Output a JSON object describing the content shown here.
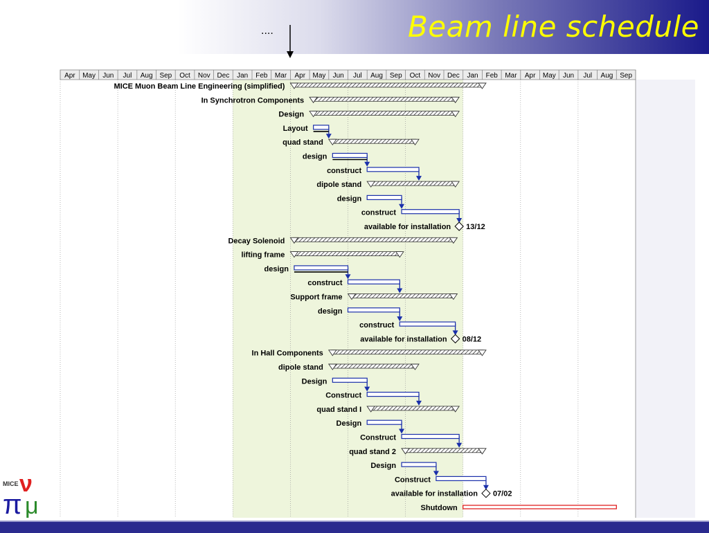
{
  "slide": {
    "title": "Beam line schedule",
    "marker_text": "....",
    "logo_text": "MICE",
    "colors": {
      "title": "#ffff00",
      "highlight": "#eef5dc",
      "bar_outline": "#1a2faa",
      "shutdown": "#e02020",
      "bottom_bar": "#2a2a8e"
    }
  },
  "timeline": {
    "months": [
      "Apr",
      "May",
      "Jun",
      "Jul",
      "Aug",
      "Sep",
      "Oct",
      "Nov",
      "Dec",
      "Jan",
      "Feb",
      "Mar",
      "Apr",
      "May",
      "Jun",
      "Jul",
      "Aug",
      "Sep",
      "Oct",
      "Nov",
      "Dec",
      "Jan",
      "Feb",
      "Mar",
      "Apr",
      "May",
      "Jun",
      "Jul",
      "Aug",
      "Sep"
    ],
    "highlight_range": [
      9,
      21
    ]
  },
  "tasks": [
    {
      "label": "MICE Muon Beam Line Engineering (simplified)",
      "type": "summary",
      "start": 12.0,
      "end": 22.2
    },
    {
      "label": "In Synchrotron Components",
      "type": "summary",
      "start": 13.0,
      "end": 20.8
    },
    {
      "label": "Design",
      "type": "summary",
      "start": 13.0,
      "end": 20.8
    },
    {
      "label": "Layout",
      "type": "task",
      "start": 13.2,
      "end": 14.0,
      "progress": true
    },
    {
      "label": "quad stand",
      "type": "summary",
      "start": 14.0,
      "end": 18.7
    },
    {
      "label": "design",
      "type": "task",
      "start": 14.2,
      "end": 16.0,
      "progress": true
    },
    {
      "label": "construct",
      "type": "task",
      "start": 16.0,
      "end": 18.7
    },
    {
      "label": "dipole stand",
      "type": "summary",
      "start": 16.0,
      "end": 20.8
    },
    {
      "label": "design",
      "type": "task",
      "start": 16.0,
      "end": 17.8
    },
    {
      "label": "construct",
      "type": "task",
      "start": 17.8,
      "end": 20.8
    },
    {
      "label": "available for installation",
      "type": "milestone",
      "start": 20.8,
      "end": 20.8,
      "date_label": "13/12"
    },
    {
      "label": "Decay Solenoid",
      "type": "summary",
      "start": 12.0,
      "end": 20.7
    },
    {
      "label": "lifting frame",
      "type": "summary",
      "start": 12.0,
      "end": 17.9
    },
    {
      "label": "design",
      "type": "task",
      "start": 12.2,
      "end": 15.0,
      "progress": true
    },
    {
      "label": "construct",
      "type": "task",
      "start": 15.0,
      "end": 17.7
    },
    {
      "label": "Support frame",
      "type": "summary",
      "start": 15.0,
      "end": 20.7
    },
    {
      "label": "design",
      "type": "task",
      "start": 15.0,
      "end": 17.7
    },
    {
      "label": "construct",
      "type": "task",
      "start": 17.7,
      "end": 20.6
    },
    {
      "label": "available for installation",
      "type": "milestone",
      "start": 20.6,
      "end": 20.6,
      "date_label": "08/12"
    },
    {
      "label": "In Hall Components",
      "type": "summary",
      "start": 14.0,
      "end": 22.2
    },
    {
      "label": "dipole stand",
      "type": "summary",
      "start": 14.0,
      "end": 18.7
    },
    {
      "label": "Design",
      "type": "task",
      "start": 14.2,
      "end": 16.0
    },
    {
      "label": "Construct",
      "type": "task",
      "start": 16.0,
      "end": 18.7
    },
    {
      "label": "quad stand I",
      "type": "summary",
      "start": 16.0,
      "end": 20.8
    },
    {
      "label": "Design",
      "type": "task",
      "start": 16.0,
      "end": 17.8
    },
    {
      "label": "Construct",
      "type": "task",
      "start": 17.8,
      "end": 20.8
    },
    {
      "label": "quad stand 2",
      "type": "summary",
      "start": 17.8,
      "end": 22.2
    },
    {
      "label": "Design",
      "type": "task",
      "start": 17.8,
      "end": 19.6
    },
    {
      "label": "Construct",
      "type": "task",
      "start": 19.6,
      "end": 22.2
    },
    {
      "label": "available for installation",
      "type": "milestone",
      "start": 22.2,
      "end": 22.2,
      "date_label": "07/02"
    },
    {
      "label": "Shutdown",
      "type": "shutdown",
      "start": 21.0,
      "end": 29.0
    }
  ],
  "dependencies": [
    [
      3,
      4
    ],
    [
      5,
      6
    ],
    [
      6,
      7
    ],
    [
      8,
      9
    ],
    [
      9,
      10
    ],
    [
      13,
      14
    ],
    [
      14,
      15
    ],
    [
      16,
      17
    ],
    [
      17,
      18
    ],
    [
      21,
      22
    ],
    [
      22,
      23
    ],
    [
      24,
      25
    ],
    [
      25,
      26
    ],
    [
      27,
      28
    ],
    [
      28,
      29
    ]
  ]
}
